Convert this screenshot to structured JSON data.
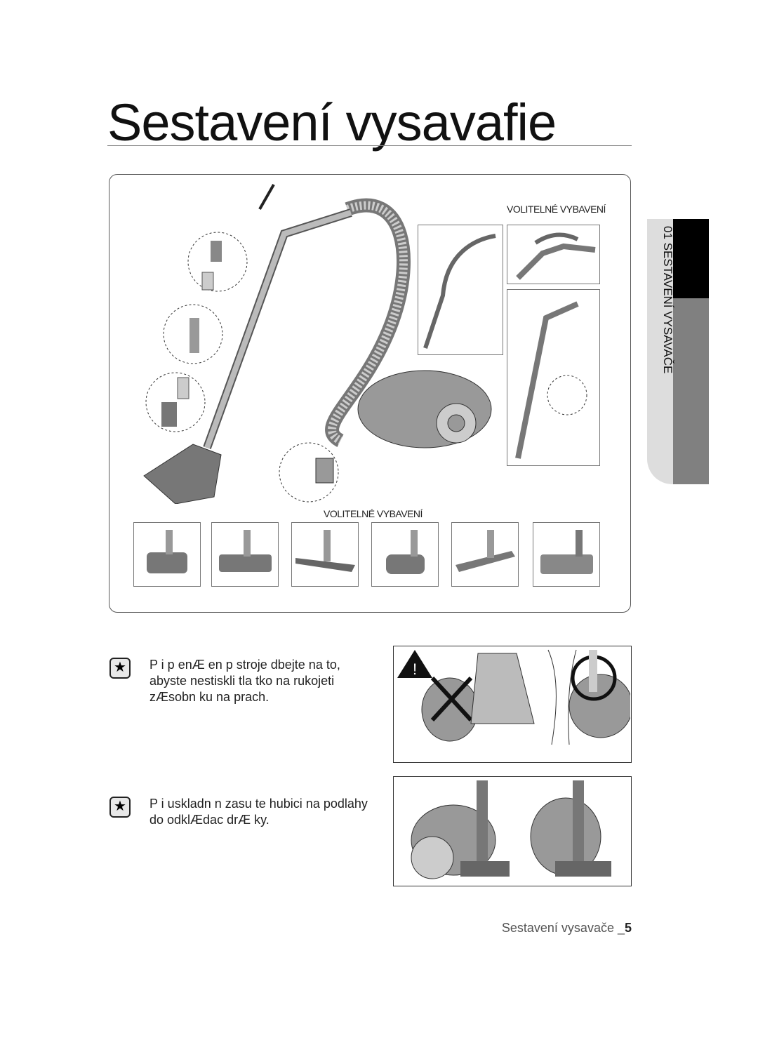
{
  "title": "Sestavení vysavafie",
  "labels": {
    "optional_top": "VOLITELNÉ VYBAVENÍ",
    "optional_bottom": "VOLITELNÉ VYBAVENÍ"
  },
  "side_tab": "01 SESTAVENÍ VYSAVAČE",
  "notes": [
    {
      "icon": "star-note-icon",
      "text": "P i p enÆ en  p  stroje dbejte na to, abyste nestiskli tla  tko na rukojeti zÆsobn ku na prach."
    },
    {
      "icon": "star-note-icon",
      "text": "P i uskladn n  zasu te hubici na podlahy do odklÆdac  drÆ ky."
    }
  ],
  "footer": {
    "text": "Sestavení vysavače _",
    "page": "5"
  }
}
